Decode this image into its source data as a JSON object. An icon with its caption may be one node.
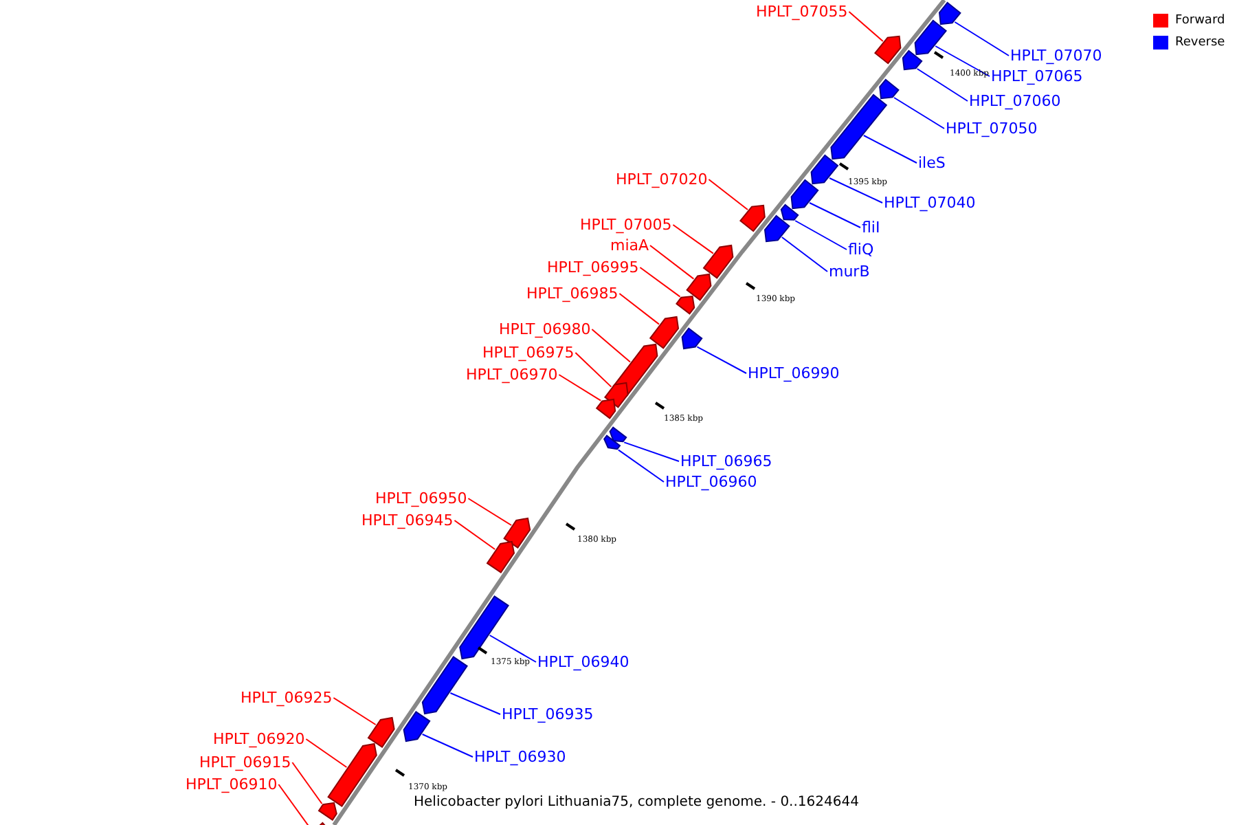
{
  "diagram": {
    "caption": "Helicobacter pylori Lithuania75, complete genome. - 0..1624644",
    "nodes": [
      {
        "text": [
          "HPLT_07055"
        ]
      },
      {
        "text": [
          "HPLT_07070"
        ]
      },
      {
        "text": [
          "HPLT_07065"
        ]
      },
      {
        "text": [
          "HPLT_07060"
        ]
      },
      {
        "text": [
          "HPLT_07050"
        ]
      },
      {
        "text": [
          "ileS"
        ]
      },
      {
        "text": [
          "HPLT_07020"
        ]
      },
      {
        "text": [
          "HPLT_07040"
        ]
      },
      {
        "text": [
          "HPLT_07005"
        ]
      },
      {
        "text": [
          "fliI"
        ]
      },
      {
        "text": [
          "miaA"
        ]
      },
      {
        "text": [
          "fliQ"
        ]
      },
      {
        "text": [
          "HPLT_06995"
        ]
      },
      {
        "text": [
          "murB"
        ]
      },
      {
        "text": [
          "HPLT_06985"
        ]
      },
      {
        "text": [
          "HPLT_06980"
        ]
      },
      {
        "text": [
          "HPLT_06975"
        ]
      },
      {
        "text": [
          "HPLT_06990"
        ]
      },
      {
        "text": [
          "HPLT_06970"
        ]
      },
      {
        "text": [
          "HPLT_06965"
        ]
      },
      {
        "text": [
          "HPLT_06960"
        ]
      },
      {
        "text": [
          "HPLT_06950"
        ]
      },
      {
        "text": [
          "HPLT_06945"
        ]
      },
      {
        "text": [
          "HPLT_06940"
        ]
      },
      {
        "text": [
          "HPLT_06925"
        ]
      },
      {
        "text": [
          "HPLT_06935"
        ]
      },
      {
        "text": [
          "HPLT_06920"
        ]
      },
      {
        "text": [
          "HPLT_06930"
        ]
      },
      {
        "text": [
          "HPLT_06915"
        ]
      },
      {
        "text": [
          "HPLT_06910"
        ]
      },
      {
        "text": [],
        "shape": "arrow"
      },
      {
        "text": [],
        "shape": "arrow"
      },
      {
        "text": [],
        "shape": "arrow"
      },
      {
        "text": [],
        "shape": "arrow"
      },
      {
        "text": [],
        "shape": "arrow"
      },
      {
        "text": [],
        "shape": "arrow"
      },
      {
        "text": [],
        "shape": "arrow"
      },
      {
        "text": [],
        "shape": "arrow"
      },
      {
        "text": [],
        "shape": "arrow"
      },
      {
        "text": [],
        "shape": "arrow"
      },
      {
        "text": [],
        "shape": "arrow"
      },
      {
        "text": [],
        "shape": "arrow"
      },
      {
        "text": [],
        "shape": "arrow"
      },
      {
        "text": [],
        "shape": "arrow"
      },
      {
        "text": [],
        "shape": "arrow"
      },
      {
        "text": [],
        "shape": "arrow"
      },
      {
        "text": [],
        "shape": "arrow"
      },
      {
        "text": [],
        "shape": "arrow"
      },
      {
        "text": [],
        "shape": "arrow"
      },
      {
        "text": [],
        "shape": "arrow"
      },
      {
        "text": [],
        "shape": "arrow"
      },
      {
        "text": [],
        "shape": "arrow"
      },
      {
        "text": [],
        "shape": "arrow"
      },
      {
        "text": [],
        "shape": "arrow"
      },
      {
        "text": [],
        "shape": "arrow"
      },
      {
        "text": [],
        "shape": "arrow"
      },
      {
        "text": [],
        "shape": "arrow"
      },
      {
        "text": [],
        "shape": "arrow"
      },
      {
        "text": [],
        "shape": "arrow"
      },
      {
        "text": [],
        "shape": "arrow"
      }
    ],
    "edges": [
      {
        "from": 0,
        "to": 30,
        "arrow": "none"
      },
      {
        "from": 1,
        "to": 31,
        "arrow": "none",
        "color": "#0000ff"
      },
      {
        "from": 2,
        "to": 32,
        "arrow": "none",
        "color": "#0000ff"
      },
      {
        "from": 3,
        "to": 33,
        "arrow": "none",
        "color": "#0000ff"
      },
      {
        "from": 4,
        "to": 34,
        "arrow": "none",
        "color": "#0000ff"
      },
      {
        "from": 5,
        "to": 35,
        "arrow": "none",
        "color": "#0000ff"
      },
      {
        "from": 6,
        "to": 36,
        "arrow": "none"
      },
      {
        "from": 7,
        "to": 37,
        "arrow": "none",
        "color": "#0000ff"
      },
      {
        "from": 8,
        "to": 38,
        "arrow": "none"
      },
      {
        "from": 9,
        "to": 39,
        "arrow": "none",
        "color": "#0000ff"
      },
      {
        "from": 10,
        "to": 40,
        "arrow": "none"
      },
      {
        "from": 11,
        "to": 41,
        "arrow": "none",
        "color": "#0000ff"
      },
      {
        "from": 12,
        "to": 42,
        "arrow": "none"
      },
      {
        "from": 13,
        "to": 43,
        "arrow": "none",
        "color": "#0000ff"
      },
      {
        "from": 14,
        "to": 44,
        "arrow": "none"
      },
      {
        "from": 15,
        "to": 45,
        "arrow": "none"
      },
      {
        "from": 16,
        "to": 46,
        "arrow": "none"
      },
      {
        "from": 17,
        "to": 47,
        "arrow": "none",
        "color": "#0000ff"
      },
      {
        "from": 18,
        "to": 48,
        "arrow": "none"
      },
      {
        "from": 19,
        "to": 49,
        "arrow": "none",
        "color": "#0000ff"
      },
      {
        "from": 20,
        "to": 50,
        "arrow": "none",
        "color": "#0000ff"
      },
      {
        "from": 21,
        "to": 51,
        "arrow": "none"
      },
      {
        "from": 22,
        "to": 52,
        "arrow": "none"
      },
      {
        "from": 23,
        "to": 53,
        "arrow": "none",
        "color": "#0000ff"
      },
      {
        "from": 24,
        "to": 54,
        "arrow": "none"
      },
      {
        "from": 25,
        "to": 55,
        "arrow": "none",
        "color": "#0000ff"
      },
      {
        "from": 26,
        "to": 56,
        "arrow": "none"
      },
      {
        "from": 27,
        "to": 57,
        "arrow": "none",
        "color": "#0000ff"
      },
      {
        "from": 28,
        "to": 58,
        "arrow": "none"
      },
      {
        "from": 29,
        "to": 59,
        "arrow": "none"
      }
    ],
    "labels": [
      "1400 kbp",
      "1395 kbp",
      "1390 kbp",
      "1385 kbp",
      "1380 kbp",
      "1375 kbp",
      "1370 kbp"
    ],
    "legend": [
      {
        "text": "Forward",
        "color": "#ff0000"
      },
      {
        "text": "Reverse",
        "color": "#0000ff"
      }
    ]
  }
}
